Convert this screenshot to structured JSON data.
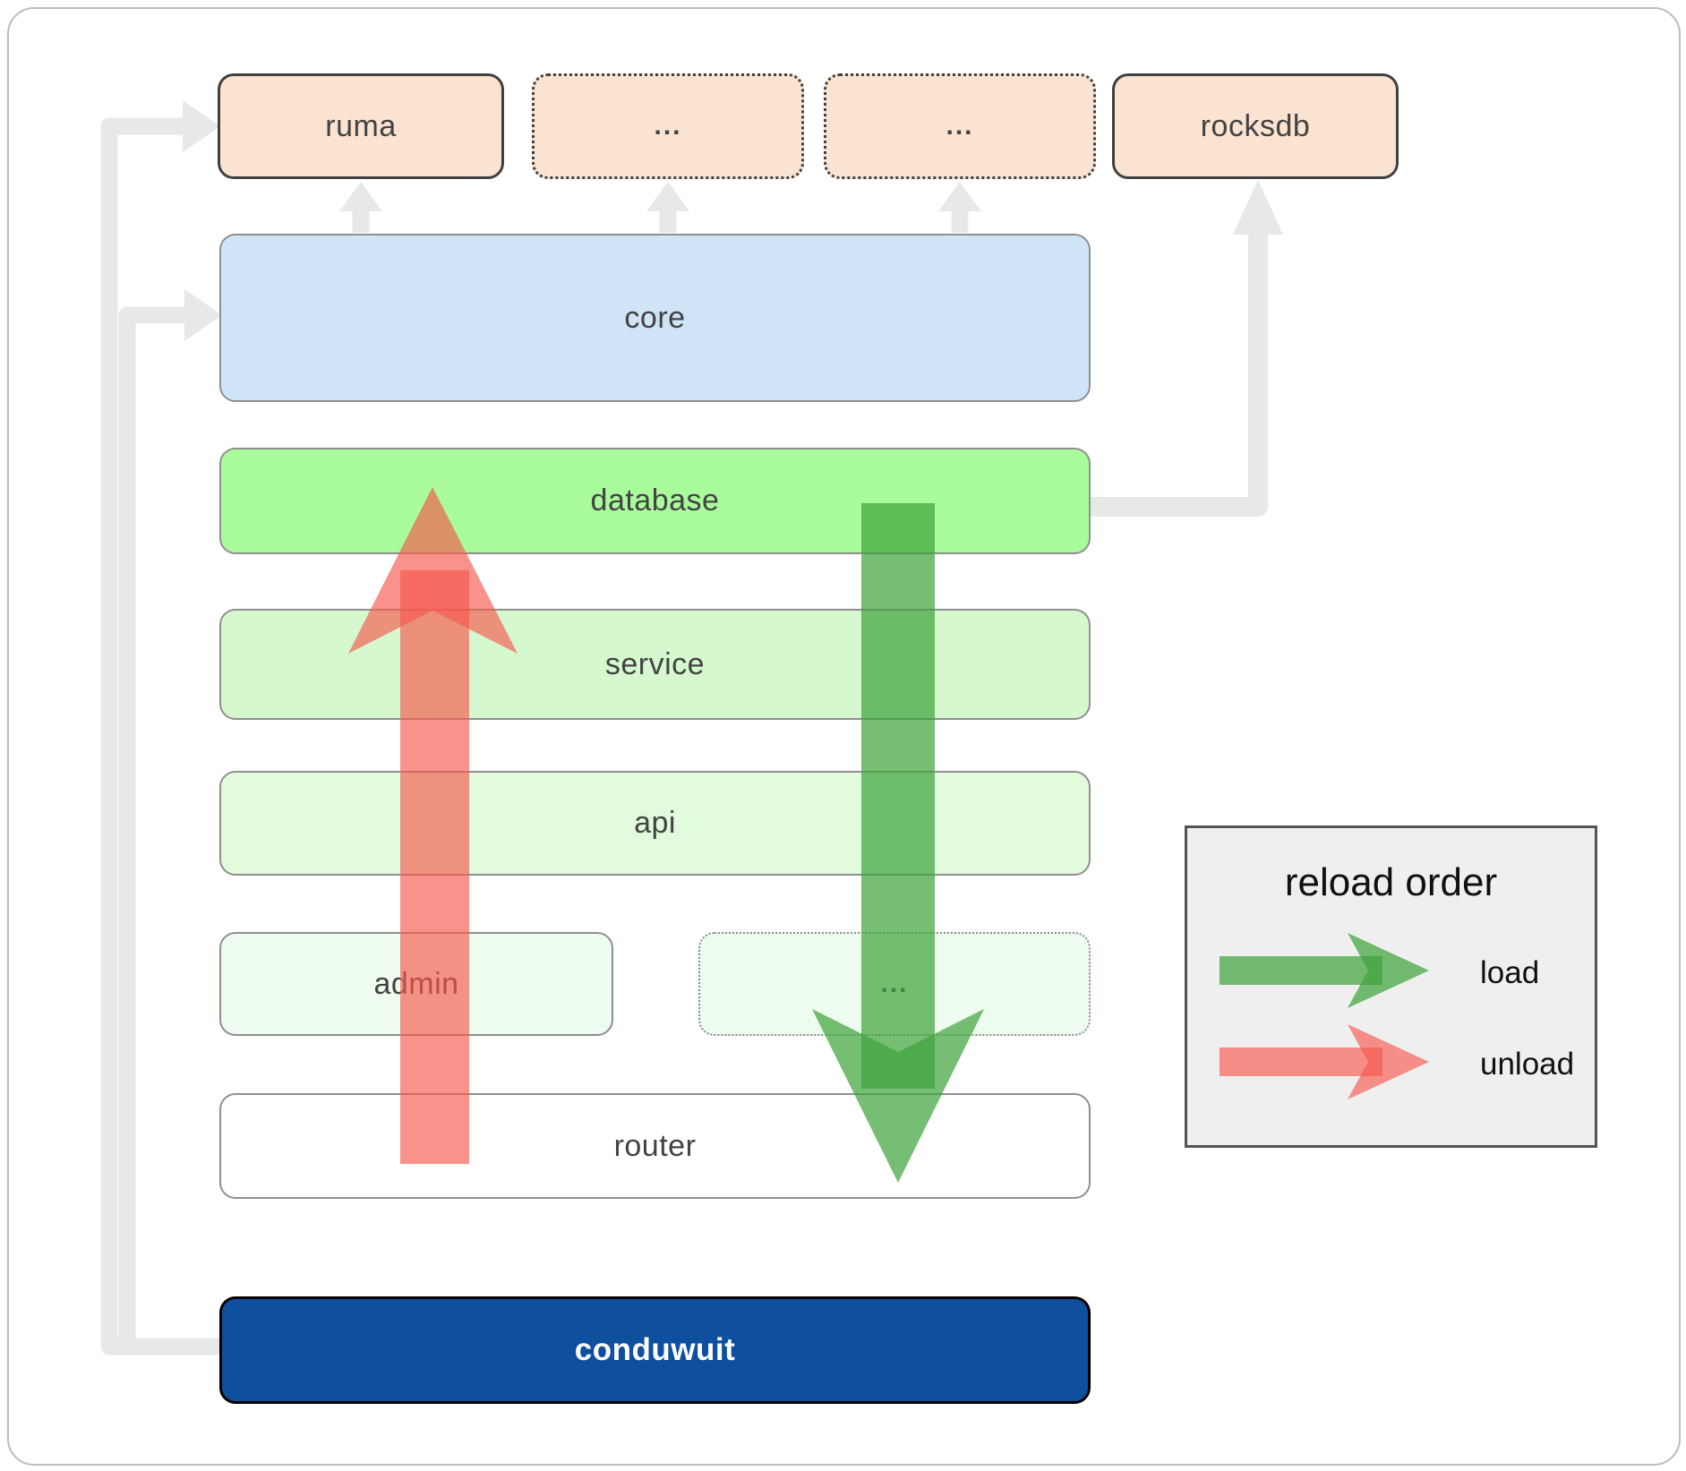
{
  "boxes": {
    "ruma": {
      "label": "ruma"
    },
    "dots_top_1": {
      "label": "..."
    },
    "dots_top_2": {
      "label": "..."
    },
    "rocksdb": {
      "label": "rocksdb"
    },
    "core": {
      "label": "core"
    },
    "database": {
      "label": "database"
    },
    "service": {
      "label": "service"
    },
    "api": {
      "label": "api"
    },
    "admin": {
      "label": "admin"
    },
    "dots_mid": {
      "label": "..."
    },
    "router": {
      "label": "router"
    },
    "conduwuit": {
      "label": "conduwuit"
    }
  },
  "legend": {
    "title": "reload order",
    "items": [
      {
        "label": "load",
        "color": "#3da23b"
      },
      {
        "label": "unload",
        "color": "#f6584d"
      }
    ]
  },
  "colors": {
    "load_arrow": "#3da23b",
    "unload_arrow": "#f6584d",
    "connector": "#e8e8e8",
    "top_box_fill": "#fae3d1",
    "core_fill": "#cfe4f7",
    "database_fill": "#a9fb9c",
    "service_fill": "#d6f8cf",
    "api_fill": "#e1fbdc",
    "admin_fill": "#edfcee",
    "router_fill": "#ffffff",
    "conduwuit_fill": "#0e4f9e",
    "legend_bg": "#efefef"
  }
}
